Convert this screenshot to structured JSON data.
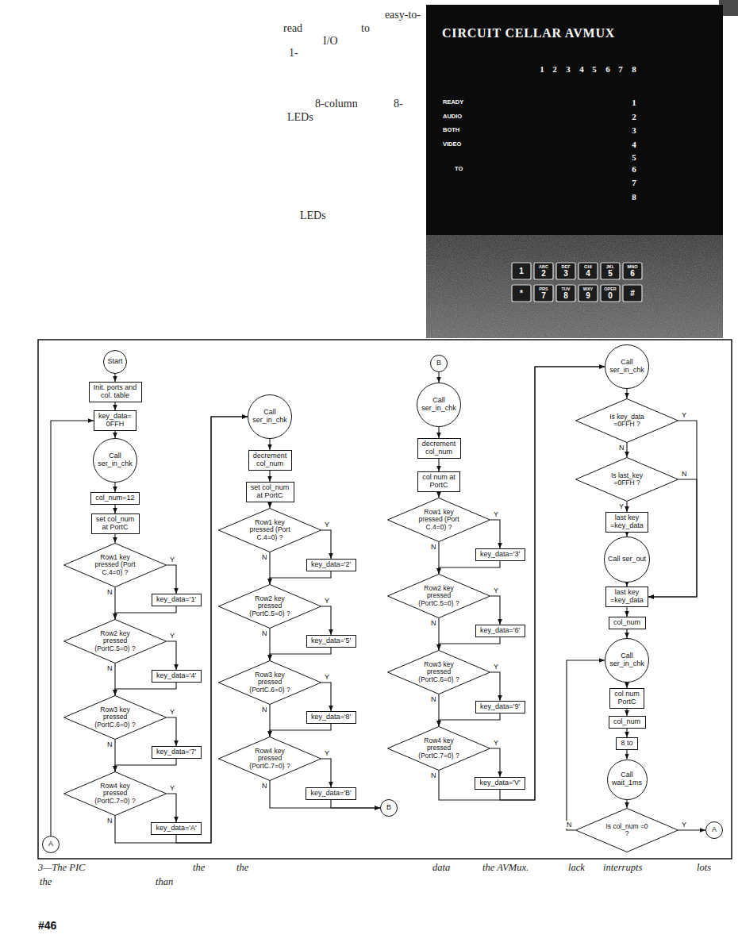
{
  "diagram": {
    "nodes": [
      {
        "text": [
          "Start"
        ]
      },
      {
        "text": [
          "Init. ports and col. table"
        ]
      },
      {
        "text": [
          "key_data= 0FFH"
        ]
      },
      {
        "text": [
          "Call ser_in_chk"
        ]
      },
      {
        "text": [
          "col_num=12"
        ]
      },
      {
        "text": [
          "set col_num at PortC"
        ]
      },
      {
        "text": [
          "Row1 key pressed (Port C.4=0) ?"
        ]
      },
      {
        "text": [
          "key_data='1'"
        ]
      },
      {
        "text": [
          "Row2 key pressed (PortC.5=0) ?"
        ]
      },
      {
        "text": [
          "key_data='4'"
        ]
      },
      {
        "text": [
          "Row3 key pressed (PortC.6=0) ?"
        ]
      },
      {
        "text": [
          "key_data='7'"
        ]
      },
      {
        "text": [
          "Row4 key pressed (PortC.7=0) ?"
        ]
      },
      {
        "text": [
          "key_data='A'"
        ]
      },
      {
        "text": [
          "A"
        ]
      },
      {
        "text": [
          "Call ser_in_chk"
        ]
      },
      {
        "text": [
          "decrement col_num"
        ]
      },
      {
        "text": [
          "set col_num at PortC"
        ]
      },
      {
        "text": [
          "Row1 key pressed (Port C.4=0) ?"
        ]
      },
      {
        "text": [
          "key_data='2'"
        ]
      },
      {
        "text": [
          "Row2 key pressed (PortC.5=0) ?"
        ]
      },
      {
        "text": [
          "key_data='5'"
        ]
      },
      {
        "text": [
          "Row3 key pressed (PortC.6=0) ?"
        ]
      },
      {
        "text": [
          "key_data='8'"
        ]
      },
      {
        "text": [
          "Row4 key pressed (PortC.7=0) ?"
        ]
      },
      {
        "text": [
          "key_data='B'"
        ]
      },
      {
        "text": [
          "B"
        ]
      },
      {
        "text": [
          "B"
        ]
      },
      {
        "text": [
          "Call ser_in_chk"
        ]
      },
      {
        "text": [
          "decrement col_num"
        ]
      },
      {
        "text": [
          "col num at PortC"
        ]
      },
      {
        "text": [
          "Row1 key pressed (Port C.4=0) ?"
        ]
      },
      {
        "text": [
          "key_data='3'"
        ]
      },
      {
        "text": [
          "Row2 key pressed (PortC.5=0) ?"
        ]
      },
      {
        "text": [
          "key_data='6'"
        ]
      },
      {
        "text": [
          "Row3 key pressed (PortC.6=0) ?"
        ]
      },
      {
        "text": [
          "key_data='9'"
        ]
      },
      {
        "text": [
          "Row4 key pressed (PortC.7=0) ?"
        ]
      },
      {
        "text": [
          "key_data='V'"
        ]
      },
      {
        "text": [
          "Call ser_in_chk"
        ]
      },
      {
        "text": [
          "Is key_data =0FFH ?"
        ]
      },
      {
        "text": [
          "Is last_key =0FFH ?"
        ]
      },
      {
        "text": [
          "last key =key_data"
        ]
      },
      {
        "text": [
          "Call ser_out"
        ]
      },
      {
        "text": [
          "last key =key_data"
        ]
      },
      {
        "text": [
          "col_num"
        ]
      },
      {
        "text": [
          "Call ser_in_chk"
        ]
      },
      {
        "text": [
          "col num PortC"
        ]
      },
      {
        "text": [
          "col_num"
        ]
      },
      {
        "text": [
          "8 to"
        ]
      },
      {
        "text": [
          "Call wait_1ms"
        ]
      },
      {
        "text": [
          "Is col_num =0 ?"
        ]
      },
      {
        "text": [
          "A"
        ]
      }
    ],
    "edges": [
      {
        "from": 0,
        "to": 1,
        "arrow": "to"
      },
      {
        "from": 1,
        "to": 2,
        "arrow": "to"
      },
      {
        "from": 2,
        "to": 3,
        "arrow": "to"
      },
      {
        "from": 3,
        "to": 4,
        "arrow": "to"
      },
      {
        "from": 4,
        "to": 5,
        "arrow": "to"
      },
      {
        "from": 5,
        "to": 6,
        "arrow": "to"
      },
      {
        "from": 6,
        "to": 7,
        "label": "Y",
        "arrow": "to"
      },
      {
        "from": 6,
        "to": 8,
        "label": "N",
        "arrow": "to"
      },
      {
        "from": 7,
        "to": 8,
        "arrow": "to"
      },
      {
        "from": 8,
        "to": 9,
        "label": "Y",
        "arrow": "to"
      },
      {
        "from": 8,
        "to": 10,
        "label": "N",
        "arrow": "to"
      },
      {
        "from": 9,
        "to": 10,
        "arrow": "to"
      },
      {
        "from": 10,
        "to": 11,
        "label": "Y",
        "arrow": "to"
      },
      {
        "from": 10,
        "to": 12,
        "label": "N",
        "arrow": "to"
      },
      {
        "from": 11,
        "to": 12,
        "arrow": "to"
      },
      {
        "from": 12,
        "to": 13,
        "label": "Y",
        "arrow": "to"
      },
      {
        "from": 12,
        "to": 15,
        "label": "N",
        "arrow": "to"
      },
      {
        "from": 13,
        "to": 15,
        "arrow": "to"
      },
      {
        "from": 14,
        "to": 2,
        "arrow": "to"
      },
      {
        "from": 15,
        "to": 16,
        "arrow": "to"
      },
      {
        "from": 16,
        "to": 17,
        "arrow": "to"
      },
      {
        "from": 17,
        "to": 18,
        "arrow": "to"
      },
      {
        "from": 18,
        "to": 19,
        "label": "Y",
        "arrow": "to"
      },
      {
        "from": 18,
        "to": 20,
        "label": "N",
        "arrow": "to"
      },
      {
        "from": 19,
        "to": 20,
        "arrow": "to"
      },
      {
        "from": 20,
        "to": 21,
        "label": "Y",
        "arrow": "to"
      },
      {
        "from": 20,
        "to": 22,
        "label": "N",
        "arrow": "to"
      },
      {
        "from": 21,
        "to": 22,
        "arrow": "to"
      },
      {
        "from": 22,
        "to": 23,
        "label": "Y",
        "arrow": "to"
      },
      {
        "from": 22,
        "to": 24,
        "label": "N",
        "arrow": "to"
      },
      {
        "from": 23,
        "to": 24,
        "arrow": "to"
      },
      {
        "from": 24,
        "to": 25,
        "label": "Y",
        "arrow": "to"
      },
      {
        "from": 24,
        "to": 26,
        "label": "N",
        "arrow": "to"
      },
      {
        "from": 25,
        "to": 26,
        "arrow": "to"
      },
      {
        "from": 27,
        "to": 28,
        "arrow": "to"
      },
      {
        "from": 28,
        "to": 29,
        "arrow": "to"
      },
      {
        "from": 29,
        "to": 30,
        "arrow": "to"
      },
      {
        "from": 30,
        "to": 31,
        "arrow": "to"
      },
      {
        "from": 31,
        "to": 32,
        "label": "Y",
        "arrow": "to"
      },
      {
        "from": 31,
        "to": 33,
        "label": "N",
        "arrow": "to"
      },
      {
        "from": 32,
        "to": 33,
        "arrow": "to"
      },
      {
        "from": 33,
        "to": 34,
        "label": "Y",
        "arrow": "to"
      },
      {
        "from": 33,
        "to": 35,
        "label": "N",
        "arrow": "to"
      },
      {
        "from": 34,
        "to": 35,
        "arrow": "to"
      },
      {
        "from": 35,
        "to": 36,
        "label": "Y",
        "arrow": "to"
      },
      {
        "from": 35,
        "to": 37,
        "label": "N",
        "arrow": "to"
      },
      {
        "from": 36,
        "to": 37,
        "arrow": "to"
      },
      {
        "from": 37,
        "to": 38,
        "label": "Y",
        "arrow": "to"
      },
      {
        "from": 37,
        "to": 39,
        "label": "N",
        "arrow": "to"
      },
      {
        "from": 38,
        "to": 39,
        "arrow": "to"
      },
      {
        "from": 39,
        "to": 40,
        "arrow": "to"
      },
      {
        "from": 40,
        "to": 44,
        "label": "Y",
        "arrow": "to"
      },
      {
        "from": 40,
        "to": 41,
        "label": "N",
        "arrow": "to"
      },
      {
        "from": 41,
        "to": 42,
        "label": "Y",
        "arrow": "to"
      },
      {
        "from": 41,
        "to": 44,
        "label": "N",
        "arrow": "to"
      },
      {
        "from": 42,
        "to": 43,
        "arrow": "to"
      },
      {
        "from": 43,
        "to": 44,
        "arrow": "to"
      },
      {
        "from": 44,
        "to": 45,
        "arrow": "to"
      },
      {
        "from": 45,
        "to": 46,
        "arrow": "to"
      },
      {
        "from": 46,
        "to": 47,
        "arrow": "to"
      },
      {
        "from": 47,
        "to": 48,
        "arrow": "to"
      },
      {
        "from": 48,
        "to": 49,
        "arrow": "to"
      },
      {
        "from": 49,
        "to": 50,
        "arrow": "to"
      },
      {
        "from": 50,
        "to": 51,
        "arrow": "to"
      },
      {
        "from": 51,
        "to": 46,
        "label": "N",
        "arrow": "to"
      },
      {
        "from": 51,
        "to": 52,
        "label": "Y",
        "arrow": "to"
      }
    ],
    "labels": [
      "easy-to-",
      "read",
      "to",
      "I/O",
      "1-",
      "8-column",
      "8-",
      "LEDs",
      "LEDs",
      "CIRCUIT CELLAR AVMUX",
      "1",
      "2",
      "3",
      "4",
      "5",
      "6",
      "7",
      "8",
      "READY",
      "AUDIO",
      "BOTH",
      "VIDEO",
      "TO",
      "1",
      "2",
      "3",
      "4",
      "5",
      "6",
      "7",
      "8",
      "1",
      "ABC",
      "2",
      "DEF",
      "3",
      "GHI",
      "4",
      "JKL",
      "5",
      "MNO",
      "6",
      "*",
      "PRS",
      "7",
      "TUV",
      "8",
      "WXY",
      "9",
      "OPER",
      "0",
      "#",
      "3—The PIC",
      "the",
      "the",
      "data",
      "the AVMux.",
      "lack",
      "interrupts",
      "lots",
      "the",
      "than",
      "#46"
    ]
  }
}
